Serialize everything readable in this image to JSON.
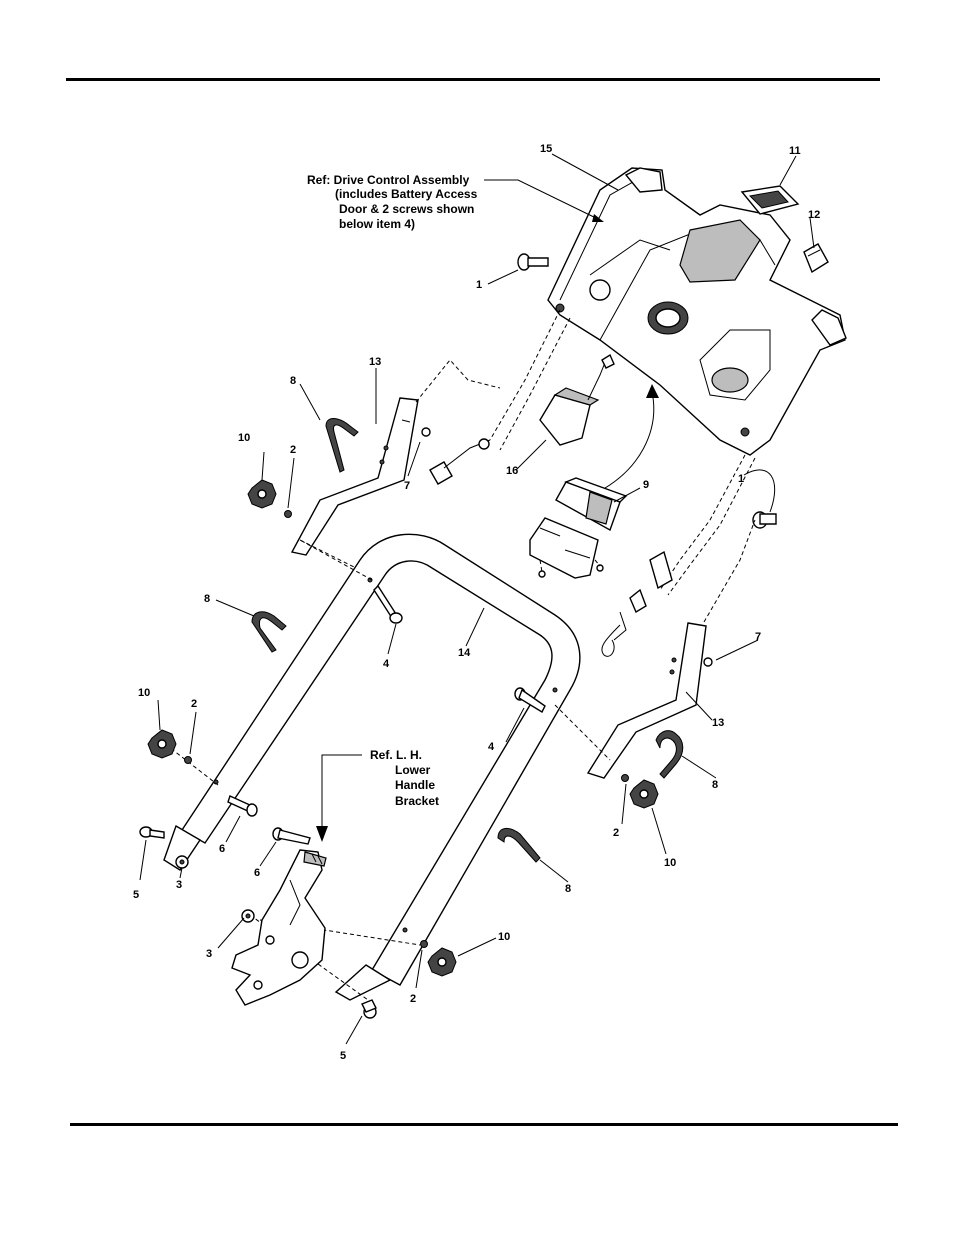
{
  "notes": {
    "drive_control": [
      "Ref: Drive Control Assembly",
      "(includes Battery Access",
      "Door & 2 screws shown",
      "below item 4)"
    ],
    "lower_bracket": [
      "Ref. L. H.",
      "Lower",
      "Handle",
      "Bracket"
    ]
  },
  "callouts": {
    "c15": "15",
    "c11": "11",
    "c12": "12",
    "c1a": "1",
    "c1b": "1",
    "c13a": "13",
    "c13b": "13",
    "c8a": "8",
    "c8b": "8",
    "c8c": "8",
    "c8d": "8",
    "c10a": "10",
    "c10b": "10",
    "c10c": "10",
    "c10d": "10",
    "c2a": "2",
    "c2b": "2",
    "c2c": "2",
    "c2d": "2",
    "c7a": "7",
    "c7b": "7",
    "c16": "16",
    "c9": "9",
    "c4a": "4",
    "c4b": "4",
    "c14": "14",
    "c6a": "6",
    "c6b": "6",
    "c5a": "5",
    "c5b": "5",
    "c3a": "3",
    "c3b": "3"
  }
}
